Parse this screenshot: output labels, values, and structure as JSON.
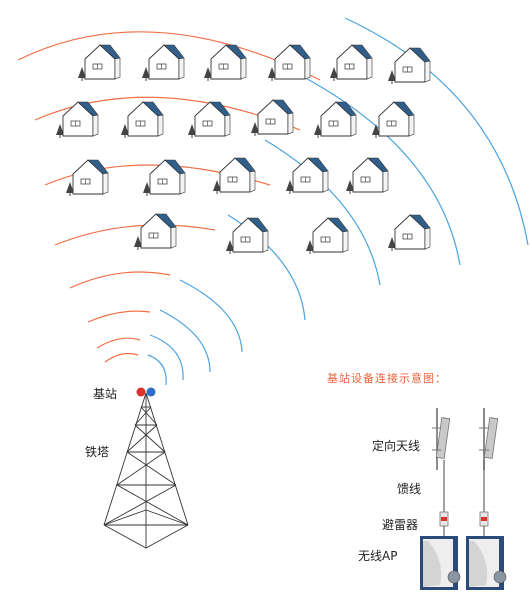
{
  "labels": {
    "base_station": "基站",
    "tower": "铁塔",
    "diagram_title": "基站设备连接示意图：",
    "directional_antenna": "定向天线",
    "feeder": "馈线",
    "lightning_arrester": "避雷器",
    "wireless_ap": "无线AP"
  },
  "colors": {
    "signal_orange": "#f07048",
    "signal_blue": "#4aa3df",
    "house_roof": "#2f5f8a",
    "house_outline": "#333333",
    "tree": "#444444",
    "label_orange": "#e8643c"
  },
  "icons": [
    "house-icon",
    "tree-icon",
    "tower-icon",
    "antenna-icon",
    "arrester-icon",
    "wireless-ap-icon"
  ]
}
